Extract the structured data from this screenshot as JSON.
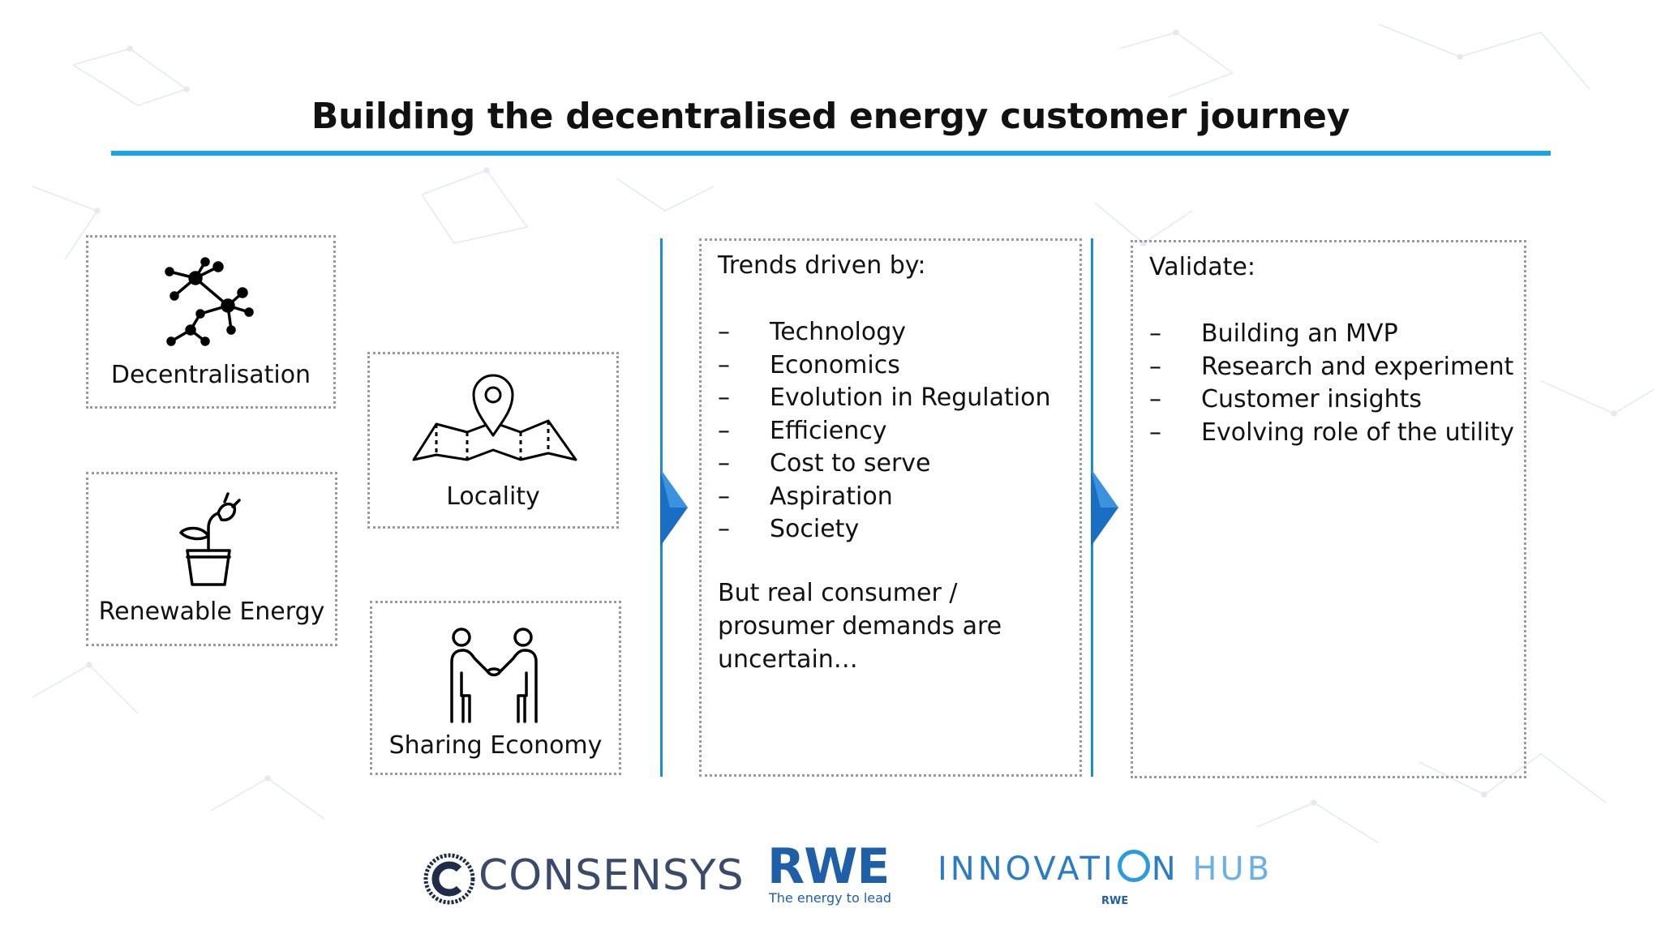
{
  "title": "Building the decentralised energy customer journey",
  "colors": {
    "accent": "#1aa4e4",
    "chevron": "#1a6fc4",
    "divider": "#1a8fd0"
  },
  "cards": {
    "decentralisation": {
      "label": "Decentralisation",
      "icon": "network-nodes-icon"
    },
    "locality": {
      "label": "Locality",
      "icon": "map-pin-icon"
    },
    "renewable": {
      "label": "Renewable Energy",
      "icon": "plant-plug-icon"
    },
    "sharing": {
      "label": "Sharing Economy",
      "icon": "handshake-people-icon"
    }
  },
  "trends": {
    "heading": "Trends driven by:",
    "dash": "–",
    "items": [
      "Technology",
      "Economics",
      "Evolution in Regulation",
      "Efficiency",
      "Cost to serve",
      "Aspiration",
      "Society"
    ],
    "note": "But real consumer / prosumer demands are uncertain…"
  },
  "validate": {
    "heading": "Validate:",
    "dash": "–",
    "items": [
      "Building an MVP",
      "Research and experiment",
      "Customer insights",
      "Evolving role of the utility"
    ]
  },
  "logos": {
    "consensys": "CONSENSYS",
    "rwe": "RWE",
    "rwe_tagline": "The energy to lead",
    "hub_part1": "INNOVATI",
    "hub_part2": "N",
    "hub_part3": " HUB",
    "hub_sub": "RWE"
  }
}
